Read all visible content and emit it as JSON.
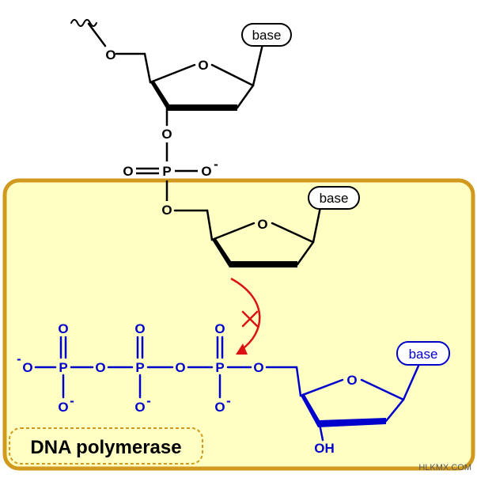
{
  "diagram": {
    "base_label": "base",
    "oxygen": "O",
    "phosphorus": "P",
    "oxide_anion": "O",
    "charge_minus": "-",
    "hydroxyl": "OH",
    "enzyme_label": "DNA polymerase",
    "credit": "HLKMX.COM"
  },
  "colors": {
    "strand": "#000000",
    "incoming_nucleotide": "#0000cc",
    "enzyme_border": "#d19a1e",
    "enzyme_fill": "#ffffc4",
    "blocked_arrow": "#dd1111"
  }
}
